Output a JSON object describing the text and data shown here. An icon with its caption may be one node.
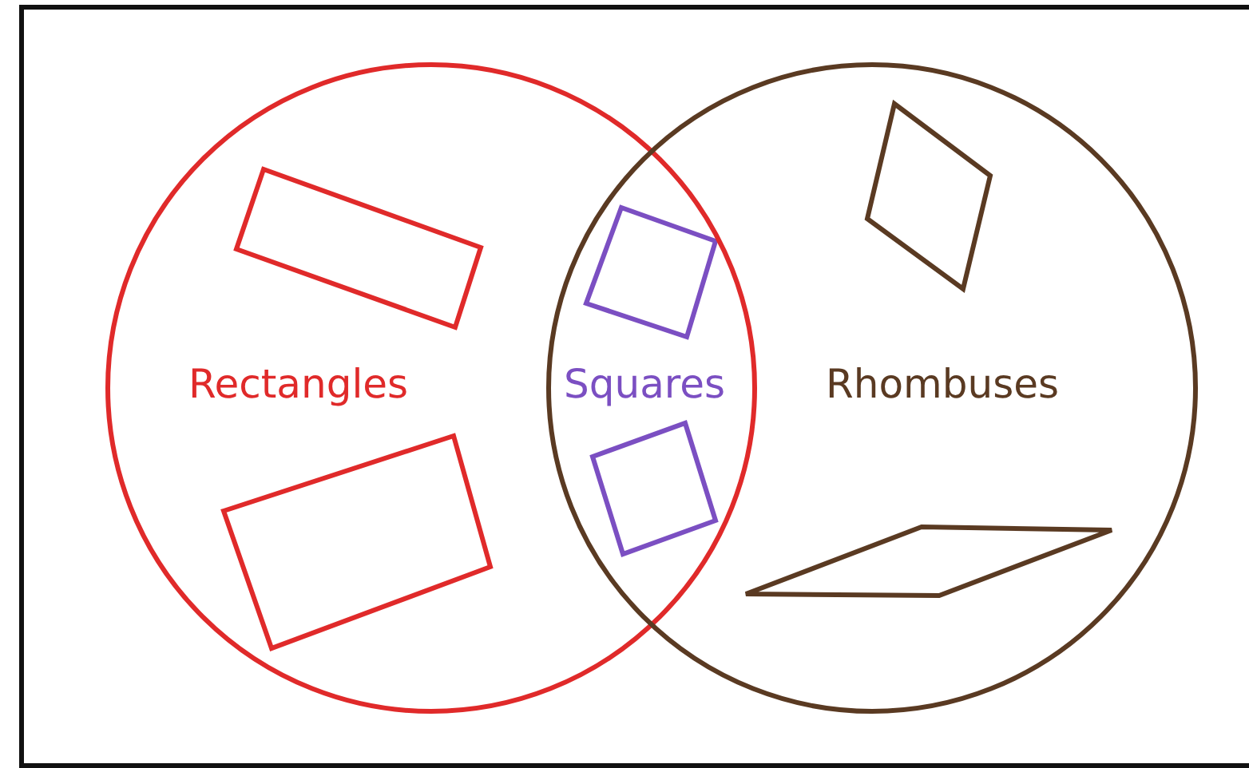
{
  "diagram": {
    "nodes": [
      {
        "text": [
          "Rectangles"
        ]
      },
      {
        "text": [
          "Rhombuses"
        ]
      }
    ],
    "labels": [
      "Squares"
    ]
  }
}
